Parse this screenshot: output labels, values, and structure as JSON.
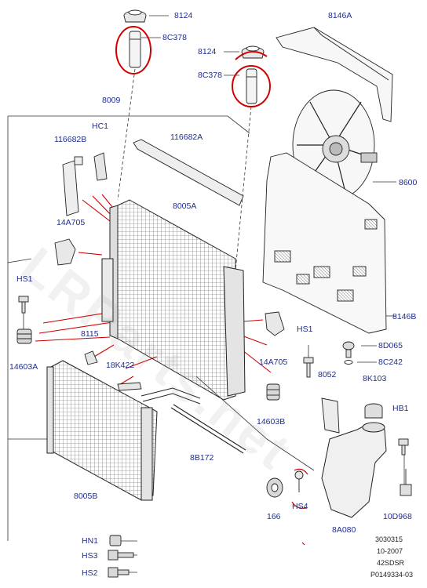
{
  "watermark": "LRParts.net",
  "colors": {
    "label": "#1f2d8c",
    "highlight": "#d00000",
    "line": "#222222"
  },
  "part_labels": {
    "p8124_top": "8124",
    "p8c378_top": "8C378",
    "p8146a": "8146A",
    "p8124_mid": "8124",
    "p8c378_mid": "8C378",
    "p8009": "8009",
    "phc1": "HC1",
    "p116682b": "116682B",
    "p116682a": "116682A",
    "p8600": "8600",
    "p8005a": "8005A",
    "p14a705_left": "14A705",
    "phs1_left": "HS1",
    "p8146b": "8146B",
    "p8115": "8115",
    "p14603a": "14603A",
    "phs1_right": "HS1",
    "p8d065": "8D065",
    "p18k422": "18K422",
    "p14a705_right": "14A705",
    "p8c242": "8C242",
    "p8052": "8052",
    "p8k103": "8K103",
    "p14603b": "14603B",
    "phb1": "HB1",
    "p8b172": "8B172",
    "p8005b": "8005B",
    "p166": "166",
    "phs4": "HS4",
    "p10d968": "10D968",
    "p8a080": "8A080",
    "phn1": "HN1",
    "phs3": "HS3",
    "phs2": "HS2"
  },
  "reference": {
    "code": "3030315",
    "date": "10-2007",
    "model": "42SDSR",
    "id": "P0149334-03"
  }
}
